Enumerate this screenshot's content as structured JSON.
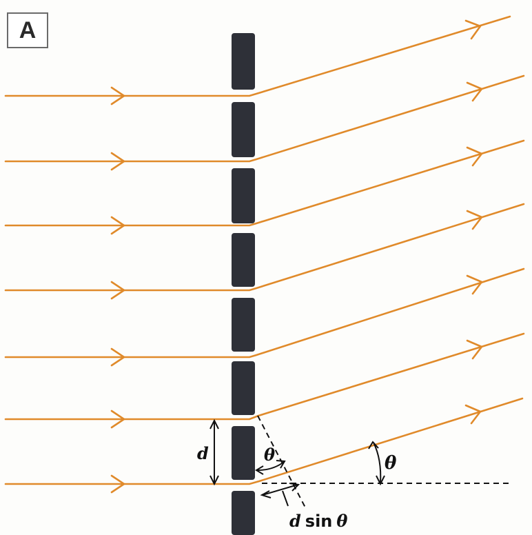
{
  "panel_label": "A",
  "labels": {
    "slit_spacing": "d",
    "angle_inner": "θ",
    "angle_outer": "θ",
    "path_difference_prefix": "d",
    "path_difference_func": "sin",
    "path_difference_angle": "θ"
  },
  "colors": {
    "ray": "#e08a2a",
    "slit": "#2e3038",
    "line": "#111111"
  },
  "ray_count": 7
}
